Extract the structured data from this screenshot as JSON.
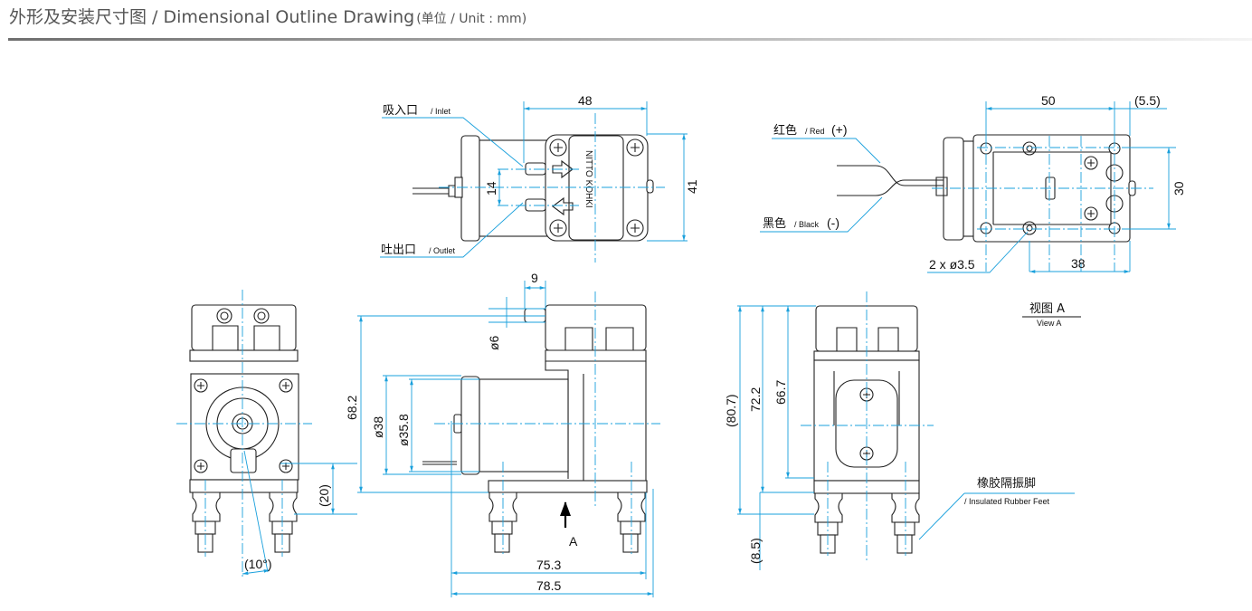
{
  "header": {
    "title": "外形及安装尺寸图 / Dimensional Outline Drawing",
    "unit": "(单位 / Unit : mm)"
  },
  "top_view": {
    "inlet_cn": "吸入口",
    "inlet_en": "/ Inlet",
    "outlet_cn": "吐出口",
    "outlet_en": "/ Outlet",
    "brand_mark": "NITTO KOHKI",
    "dims": {
      "width": "48",
      "height": "41",
      "port_pitch": "14"
    }
  },
  "bottom_view": {
    "red_cn": "红色",
    "red_en": "/ Red",
    "red_sign": "(+)",
    "black_cn": "黑色",
    "black_en": "/ Black",
    "black_sign": "(-)",
    "dims": {
      "length": "50",
      "offset": "(5.5)",
      "hole_pitch_v": "30",
      "hole_pitch_h": "38",
      "holes": "2 x ø3.5"
    }
  },
  "front_view": {
    "dims": {
      "foot_height": "(20)",
      "angle": "(10°)"
    }
  },
  "side_view": {
    "dims": {
      "port_length": "9",
      "port_dia": "ø6",
      "height": "68.2",
      "motor_dia": "ø38",
      "motor_dia_inner": "ø35.8",
      "length_body": "75.3",
      "length_total": "78.5"
    },
    "view_arrow_label": "A"
  },
  "view_a": {
    "title_cn": "视图 A",
    "title_en": "View A",
    "feet_cn": "橡胶隔振脚",
    "feet_en": "/ Insulated Rubber Feet",
    "dims": {
      "total": "(80.7)",
      "h1": "72.2",
      "h2": "66.7",
      "foot": "(8.5)"
    }
  },
  "colors": {
    "dimension": "#1aa0dc",
    "outline": "#222222",
    "header_text": "#555555"
  }
}
